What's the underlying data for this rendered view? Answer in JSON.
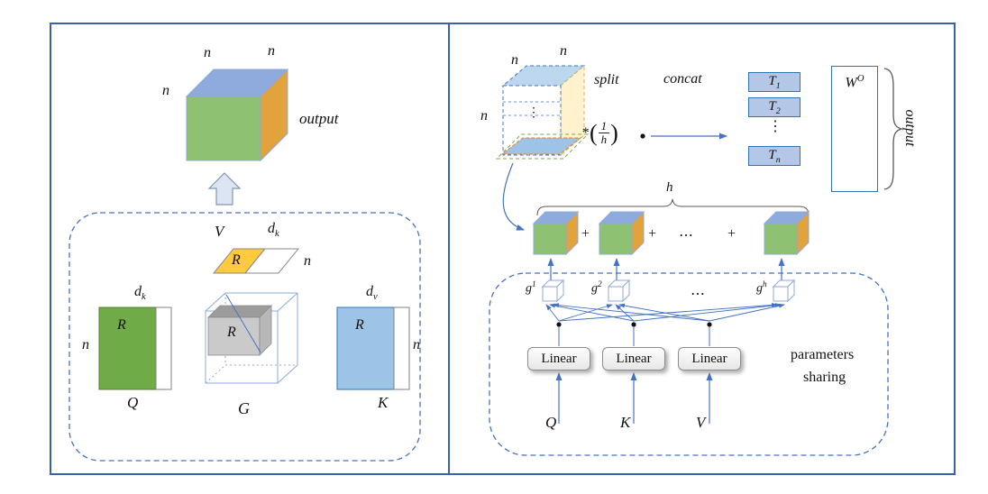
{
  "colors": {
    "frame_blue": "#3a62a8",
    "arrow_blue": "#4472c4",
    "wire": "#8eaadb",
    "cube_green": "#8fc172",
    "cube_blue": "#8faadc",
    "cube_gold": "#e2a33d",
    "q_green": "#6fac47",
    "q_border": "#538135",
    "k_blue": "#9dc3e6",
    "k_border": "#2e75b6",
    "v_yellow": "#ffca3e",
    "gray_top": "#9c9c9c",
    "gray_front": "#cacaca",
    "gray_side": "#b8b8b8",
    "split_top": "#bdd7ee",
    "split_side": "#fff2cc",
    "slice_blue": "#9dc3e6",
    "green_dash": "#70ad47",
    "orange_dash": "#ed7d31",
    "yellow_edge": "#d6b656",
    "t_fill": "#b4c7e7",
    "brace": "#595959",
    "linear_border": "#8c8c8c",
    "block_fill": "#dde5f3",
    "block_border": "#8496b0"
  },
  "left": {
    "cube": {
      "n_top_left": "n",
      "n_top_right": "n",
      "n_side": "n",
      "output_label": "output"
    },
    "v": {
      "name": "V",
      "dim_base": "d",
      "dim_sub": "k",
      "cell": "R",
      "n": "n"
    },
    "q": {
      "dim_base": "d",
      "dim_sub": "k",
      "cell": "R",
      "n": "n",
      "name": "Q"
    },
    "g": {
      "cell": "R",
      "name": "G"
    },
    "k": {
      "dim_base": "d",
      "dim_sub": "v",
      "cell": "R",
      "n": "n",
      "name": "K"
    }
  },
  "right": {
    "cube": {
      "n_top_left": "n",
      "n_top_right": "n",
      "n_side": "n",
      "vdots": "⋮"
    },
    "split_label": "split",
    "scale": {
      "star": "*",
      "open": "(",
      "num": "1",
      "den": "h",
      "close": ")"
    },
    "concat_label": "concat",
    "t1": {
      "base": "T",
      "sub": "1"
    },
    "t2": {
      "base": "T",
      "sub": "2"
    },
    "t_vdots": "⋮",
    "tn": {
      "base": "T",
      "sub": "n"
    },
    "wo": {
      "base": "W",
      "sup": "O"
    },
    "output_label": "output",
    "h_label": "h",
    "plus": "+",
    "cdots": "⋯",
    "g1": {
      "base": "g",
      "sup": "1"
    },
    "g2": {
      "base": "g",
      "sup": "2"
    },
    "g_cdots": "⋯",
    "gh": {
      "base": "g",
      "sup": "h"
    },
    "linear_label": "Linear",
    "q_label": "Q",
    "k_label": "K",
    "v_label": "V",
    "sharing_line1": "parameters",
    "sharing_line2": "sharing"
  }
}
